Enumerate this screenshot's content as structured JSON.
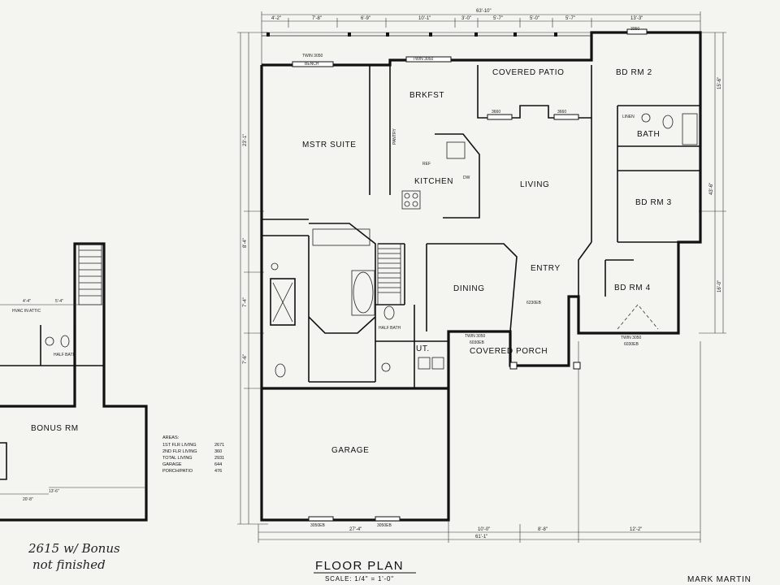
{
  "title": "FLOOR PLAN",
  "scale": "SCALE: 1/4\" = 1'-0\"",
  "designer": "MARK MARTIN",
  "handwritten_note": [
    "2615 w/ Bonus",
    "not finished"
  ],
  "rooms": {
    "master_suite": "MSTR SUITE",
    "breakfast": "BRKFST",
    "kitchen": "KITCHEN",
    "living": "LIVING",
    "covered_patio": "COVERED PATIO",
    "bedroom2": "BD RM 2",
    "bath": "BATH",
    "bedroom3": "BD RM 3",
    "bedroom4": "BD RM 4",
    "entry": "ENTRY",
    "dining": "DINING",
    "covered_porch": "COVERED PORCH",
    "half_bath": "HALF BATH",
    "utility": "UT.",
    "garage": "GARAGE",
    "bonus_room": "BONUS RM",
    "bonus_half_bath": "HALF BATH",
    "hvac": "HVAC IN ATTIC"
  },
  "areas": {
    "header": "AREAS:",
    "rows": [
      {
        "label": "1ST FLR LIVING",
        "value": "2671"
      },
      {
        "label": "2ND FLR LIVING",
        "value": "360"
      },
      {
        "label": "TOTAL LIVING",
        "value": "2931"
      },
      {
        "label": "GARAGE",
        "value": "644"
      },
      {
        "label": "PORCH/PATIO",
        "value": "476"
      }
    ]
  },
  "dims": {
    "overall_top": "63'-10\"",
    "overall_bottom": "61'-1\"",
    "top_segments": [
      "4'-2\"",
      "7'-8\"",
      "6'-9\"",
      "10'-1\"",
      "3'-0\"",
      "5'-7\"",
      "5'-0\"",
      "5'-7\"",
      "13'-3\""
    ],
    "bottom_segments": [
      "27'-4\"",
      "10'-0\"",
      "8'-8\"",
      "12'-2\""
    ],
    "left_segments": [
      "23'-1\"",
      "8'-4\"",
      "7'-4\"",
      "7'-6\""
    ],
    "right_segments": [
      "15'-6\"",
      "16'-0\"",
      "43'-6\""
    ],
    "bonus_segments": [
      "4'-4\"",
      "5'-4\"",
      "20'-8\"",
      "13'-6\""
    ]
  },
  "windows": {
    "twin_top_left": "TWIN 3050",
    "twin_top_mid": "TWIN 3050",
    "bench": "BENCH",
    "bd2_top": "3050",
    "patio_l": "3660",
    "patio_r": "3660",
    "porch_twin": "TWIN 3050",
    "porch_door": "6030EB",
    "bd4_twin": "TWIN 3050",
    "bd4_door": "6030EB",
    "entry_door": "6230EB",
    "garage_l": "3050EB",
    "garage_r": "3050EB",
    "linen": "LINEN"
  },
  "appliances": {
    "pantry": "PANTRY",
    "dw": "DW",
    "ref": "REF"
  }
}
